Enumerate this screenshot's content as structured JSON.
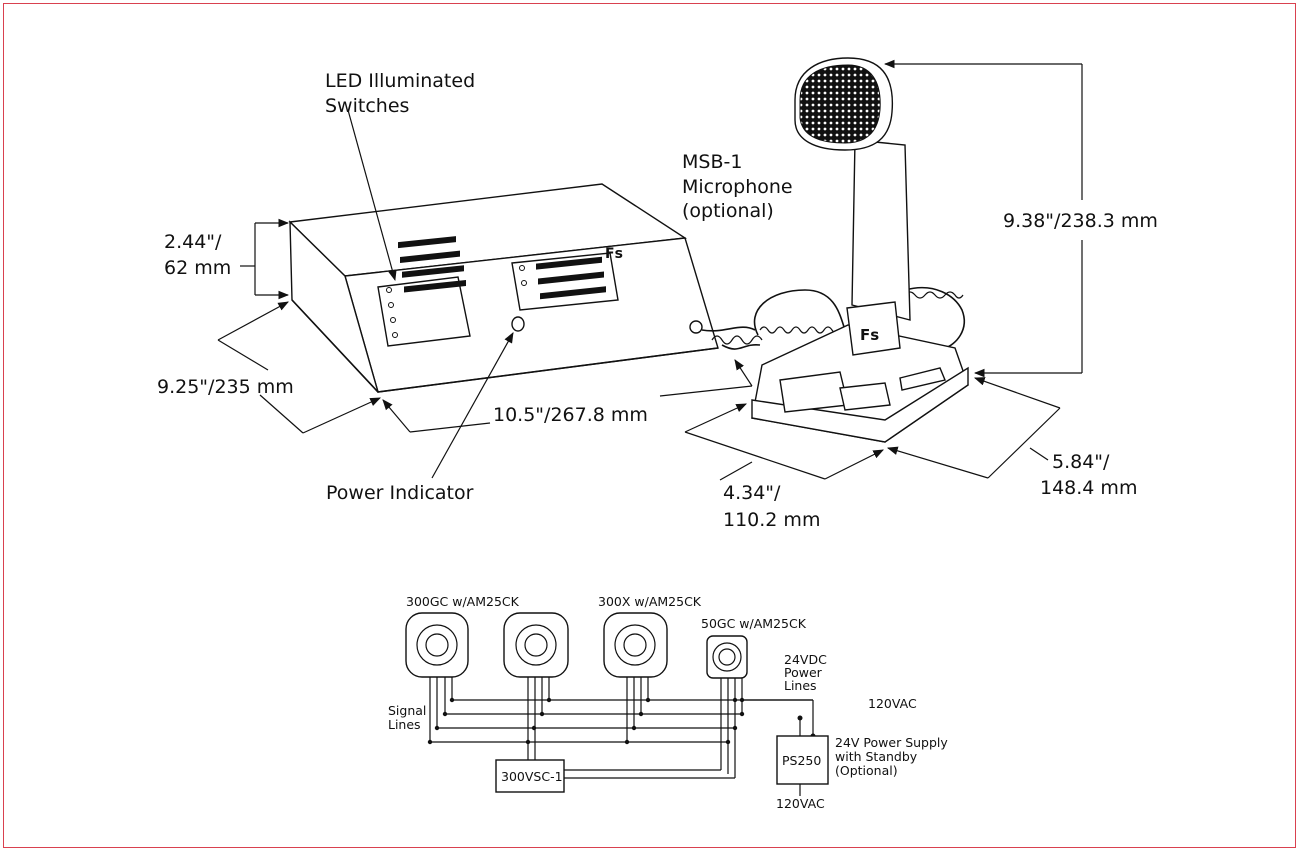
{
  "labels": {
    "led_switches_line1": "LED Illuminated",
    "led_switches_line2": "Switches",
    "height_line1": "2.44\"/",
    "height_line2": "62 mm",
    "depth": "9.25\"/235 mm",
    "width": "10.5\"/267.8 mm",
    "power_indicator": "Power Indicator",
    "mic_line1": "MSB-1",
    "mic_line2": "Microphone",
    "mic_line3": "(optional)",
    "mic_height": "9.38\"/238.3 mm",
    "mic_base_depth_line1": "4.34\"/",
    "mic_base_depth_line2": "110.2 mm",
    "mic_base_width_line1": "5.84\"/",
    "mic_base_width_line2": "148.4 mm"
  },
  "wiring": {
    "speaker1": "300GC w/AM25CK",
    "speaker3": "300X w/AM25CK",
    "speaker4": "50GC w/AM25CK",
    "power_lines_line1": "24VDC",
    "power_lines_line2": "Power",
    "power_lines_line3": "Lines",
    "vac_top": "120VAC",
    "signal_line1": "Signal",
    "signal_line2": "Lines",
    "controller": "300VSC-1",
    "power_supply": "PS250",
    "psu_desc_line1": "24V Power Supply",
    "psu_desc_line2": "with Standby",
    "psu_desc_line3": "(Optional)",
    "vac_bottom": "120VAC"
  },
  "colors": {
    "border": "#d9414f",
    "ink": "#111111"
  }
}
